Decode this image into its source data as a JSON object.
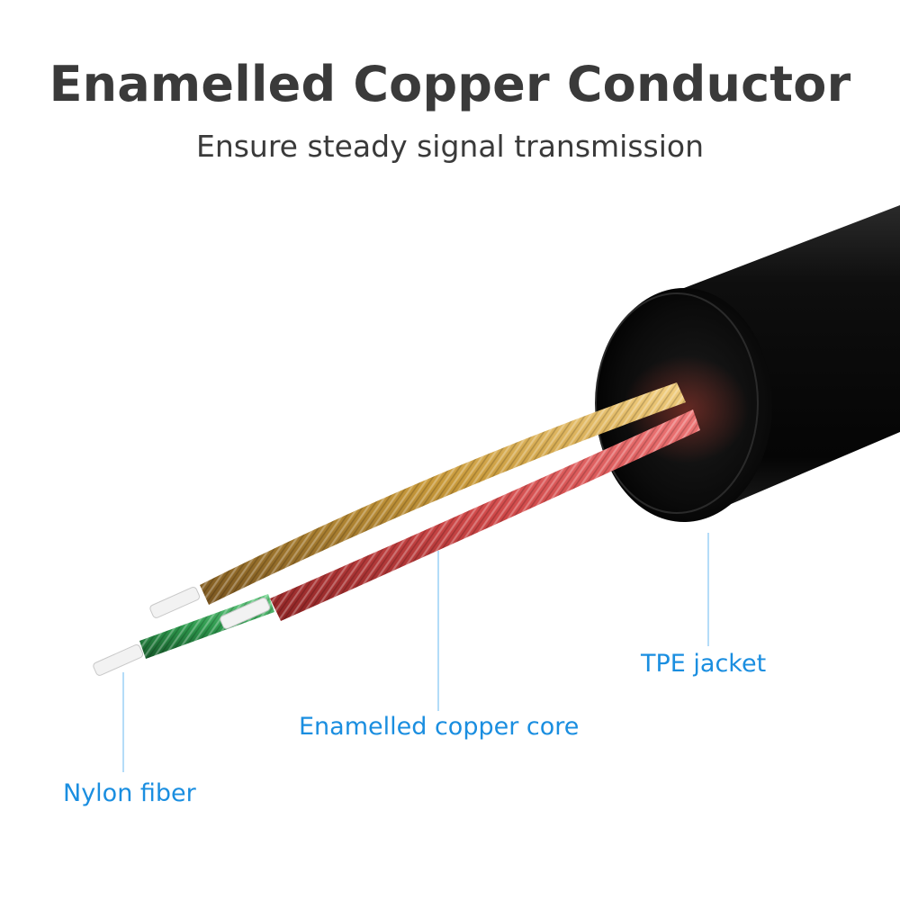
{
  "header": {
    "title": "Enamelled Copper Conductor",
    "subtitle": "Ensure steady signal transmission"
  },
  "callouts": {
    "nylon": "Nylon fiber",
    "core": "Enamelled copper core",
    "jacket": "TPE jacket"
  },
  "colors": {
    "title": "#3a3a3a",
    "callout": "#1a8ee0",
    "jacket": "#0c0c0c",
    "gold": "#c99a3a",
    "red": "#d04848",
    "green": "#2e9a4e",
    "fiber": "#f2f2f2"
  }
}
